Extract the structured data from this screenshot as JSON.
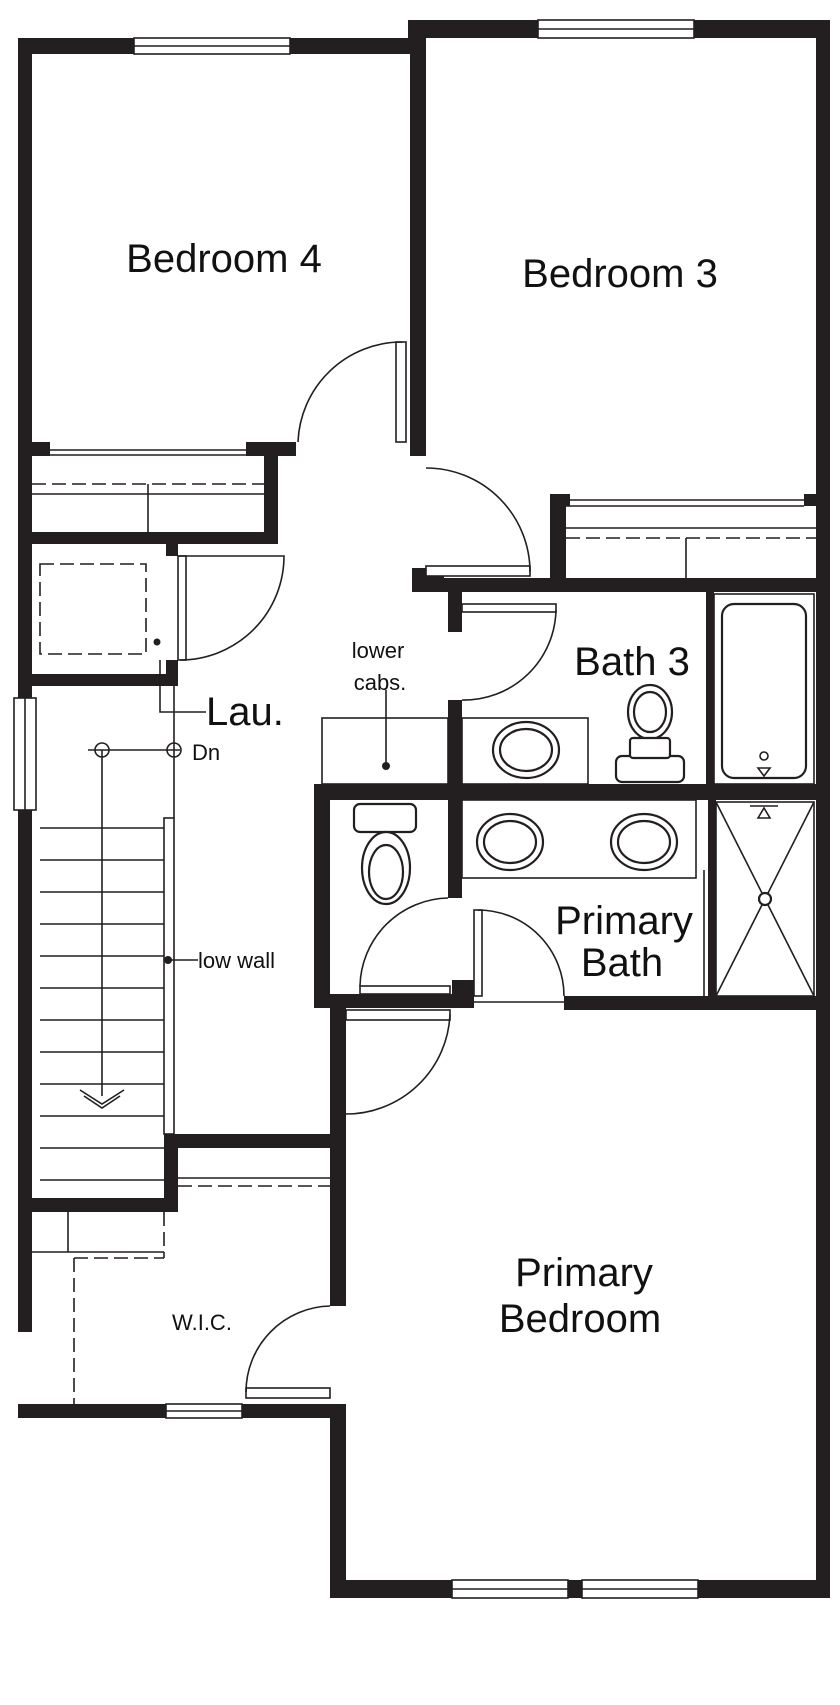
{
  "labels": {
    "bedroom4": "Bedroom 4",
    "bedroom3": "Bedroom 3",
    "bath3": "Bath 3",
    "laundry": "Lau.",
    "lower_cabs_1": "lower",
    "lower_cabs_2": "cabs.",
    "stairs_down": "Dn",
    "low_wall": "low wall",
    "primary_bath_1": "Primary",
    "primary_bath_2": "Bath",
    "primary_bedroom_1": "Primary",
    "primary_bedroom_2": "Bedroom",
    "wic": "W.I.C."
  },
  "colors": {
    "wall": "#231f20",
    "background": "#ffffff"
  }
}
